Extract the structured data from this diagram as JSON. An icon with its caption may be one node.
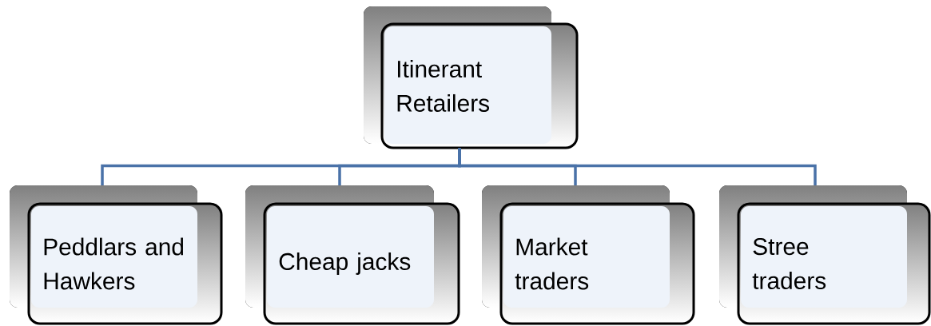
{
  "diagram": {
    "nodes": [
      {
        "text": [
          "Itinerant Retailers"
        ]
      },
      {
        "text": [
          "Peddlars and Hawkers"
        ]
      },
      {
        "text": [
          "Cheap jacks"
        ]
      },
      {
        "text": [
          "Market traders"
        ]
      },
      {
        "text": [
          "Stree traders"
        ]
      }
    ],
    "edges": [
      {
        "from": 0,
        "to": 1,
        "arrow": "none"
      },
      {
        "from": 0,
        "to": 2,
        "arrow": "none"
      },
      {
        "from": 0,
        "to": 3,
        "arrow": "none"
      },
      {
        "from": 0,
        "to": 4,
        "arrow": "none"
      }
    ]
  }
}
